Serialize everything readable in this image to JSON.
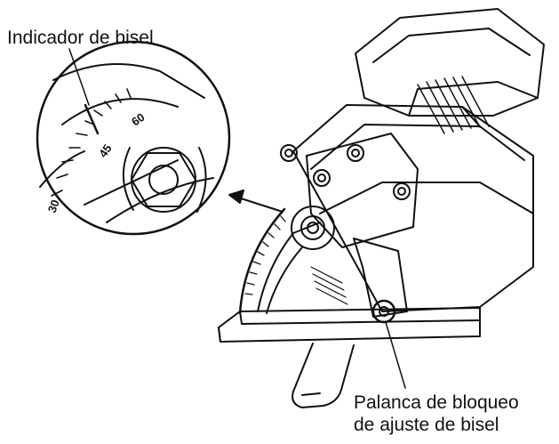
{
  "labels": {
    "bevel_indicator": "Indicador de bisel",
    "lock_lever_line1": "Palanca de bloqueo",
    "lock_lever_line2": "de ajuste de bisel"
  },
  "scale_marks": [
    "30",
    "45",
    "60"
  ],
  "colors": {
    "ink": "#111111",
    "paper": "#ffffff"
  },
  "icons": [
    "circular-saw-illustration",
    "magnifier-circle",
    "bevel-lock-knob",
    "arrow-icon"
  ]
}
